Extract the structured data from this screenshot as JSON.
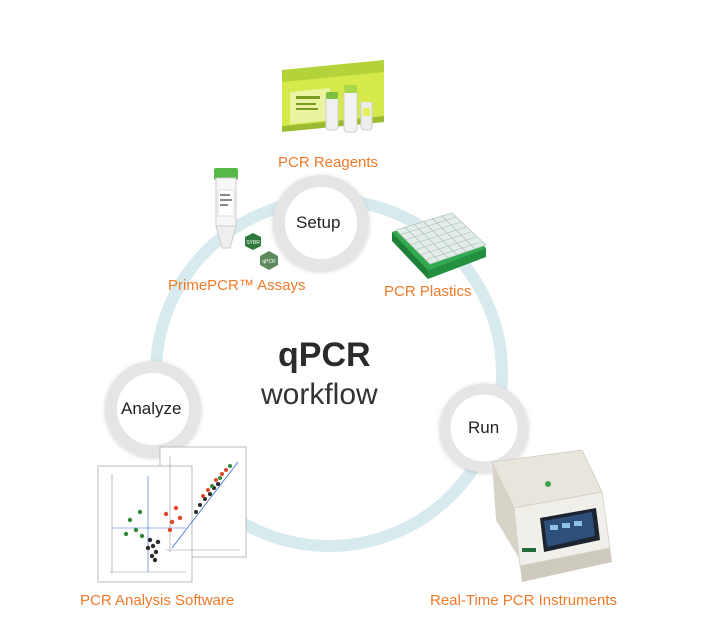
{
  "title": {
    "main": "qPCR",
    "sub": "workflow"
  },
  "stages": {
    "setup": "Setup",
    "run": "Run",
    "analyze": "Analyze"
  },
  "products": {
    "reagents": "PCR Reagents",
    "assays": "PrimePCR™ Assays",
    "plastics": "PCR Plastics",
    "instruments": "Real-Time PCR Instruments",
    "software": "PCR Analysis Software"
  },
  "badges": {
    "sybr": "SYBR",
    "qpcr": "qPCR"
  },
  "colors": {
    "accent": "#f07a2a",
    "cycle": "#cfe6ea",
    "node_ring": "#e6e6e6",
    "green": "#2fa24a",
    "lime": "#b9e04a",
    "scatter_red": "#e2452b",
    "scatter_green": "#2e8b3a"
  }
}
